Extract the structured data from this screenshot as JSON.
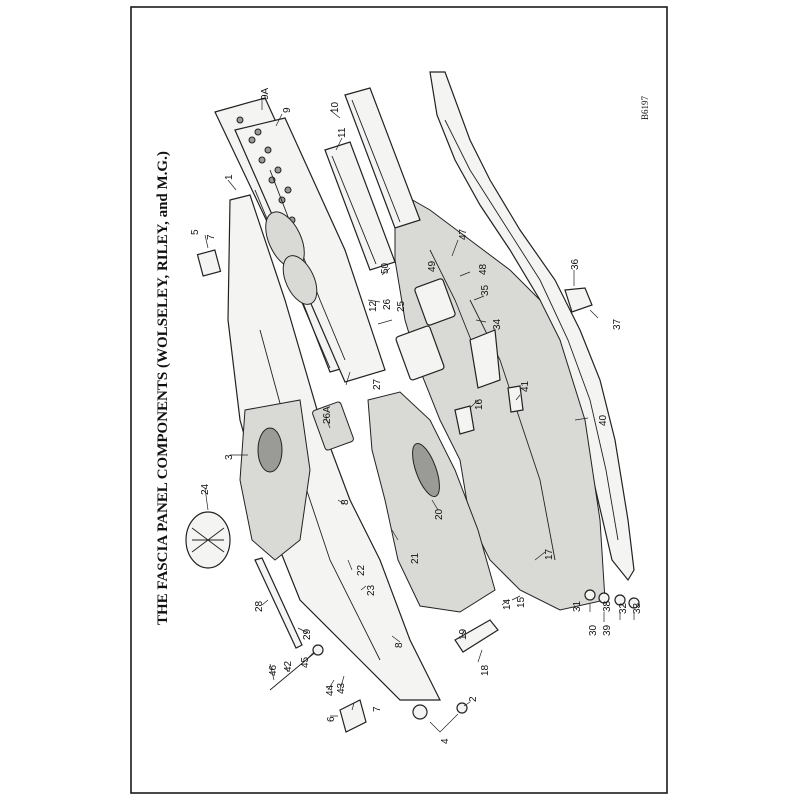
{
  "title": "THE FASCIA PANEL COMPONENTS (WOLSELEY, RILEY, and M.G.)",
  "drawing_ref": "B6197",
  "callouts": [
    {
      "id": "c9a",
      "text": "9A"
    },
    {
      "id": "c9",
      "text": "9"
    },
    {
      "id": "c10",
      "text": "10"
    },
    {
      "id": "c11",
      "text": "11"
    },
    {
      "id": "c1",
      "text": "1"
    },
    {
      "id": "c5",
      "text": "5"
    },
    {
      "id": "c7a",
      "text": "7"
    },
    {
      "id": "c47",
      "text": "47"
    },
    {
      "id": "c49",
      "text": "49"
    },
    {
      "id": "c48",
      "text": "48"
    },
    {
      "id": "c36",
      "text": "36"
    },
    {
      "id": "c50",
      "text": "50"
    },
    {
      "id": "c12",
      "text": "12"
    },
    {
      "id": "c26",
      "text": "26"
    },
    {
      "id": "c25",
      "text": "25"
    },
    {
      "id": "c35",
      "text": "35"
    },
    {
      "id": "c34",
      "text": "34"
    },
    {
      "id": "c37",
      "text": "37"
    },
    {
      "id": "c27",
      "text": "27"
    },
    {
      "id": "c41",
      "text": "41"
    },
    {
      "id": "c16",
      "text": "16"
    },
    {
      "id": "c40",
      "text": "40"
    },
    {
      "id": "c3",
      "text": "3"
    },
    {
      "id": "c26a",
      "text": "26A"
    },
    {
      "id": "c24",
      "text": "24"
    },
    {
      "id": "c20",
      "text": "20"
    },
    {
      "id": "c8a",
      "text": "8"
    },
    {
      "id": "c21",
      "text": "21"
    },
    {
      "id": "c22",
      "text": "22"
    },
    {
      "id": "c23",
      "text": "23"
    },
    {
      "id": "c17",
      "text": "17"
    },
    {
      "id": "c14",
      "text": "14"
    },
    {
      "id": "c15",
      "text": "15"
    },
    {
      "id": "c28",
      "text": "28"
    },
    {
      "id": "c29",
      "text": "29"
    },
    {
      "id": "c8b",
      "text": "8"
    },
    {
      "id": "c19",
      "text": "19"
    },
    {
      "id": "c31",
      "text": "31"
    },
    {
      "id": "c30",
      "text": "30"
    },
    {
      "id": "c39",
      "text": "39"
    },
    {
      "id": "c38",
      "text": "38"
    },
    {
      "id": "c32",
      "text": "32"
    },
    {
      "id": "c33",
      "text": "33"
    },
    {
      "id": "c46",
      "text": "46"
    },
    {
      "id": "c42",
      "text": "42"
    },
    {
      "id": "c45",
      "text": "45"
    },
    {
      "id": "c44",
      "text": "44"
    },
    {
      "id": "c43",
      "text": "43"
    },
    {
      "id": "c18",
      "text": "18"
    },
    {
      "id": "c6",
      "text": "6"
    },
    {
      "id": "c7b",
      "text": "7"
    },
    {
      "id": "c2",
      "text": "2"
    },
    {
      "id": "c4",
      "text": "4"
    }
  ]
}
